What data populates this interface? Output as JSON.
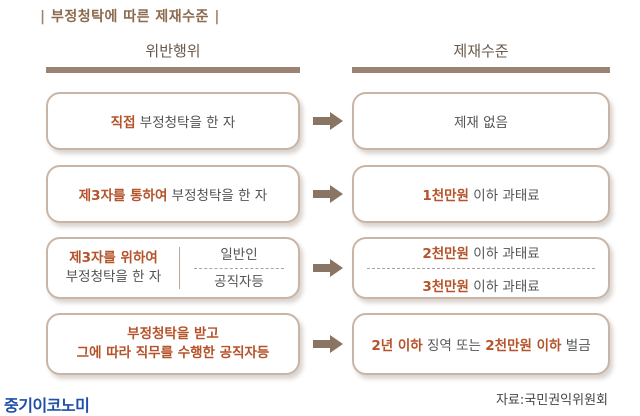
{
  "title": {
    "bar_left": "|",
    "text": "부정청탁에 따른 제재수준",
    "bar_right": "|"
  },
  "columns": {
    "violation": "위반행위",
    "sanction": "제재수준"
  },
  "rows": [
    {
      "violation": {
        "hl": "직접",
        "rest": " 부정청탁을 한 자"
      },
      "sanction": {
        "text": "제재 없음"
      }
    },
    {
      "violation": {
        "hl": "제3자를 통하여",
        "rest": " 부정청탁을 한 자"
      },
      "sanction": {
        "hl": "1천만원",
        "rest": " 이하 과태료"
      }
    },
    {
      "violation": {
        "hl": "제3자를 위하여",
        "line2": "부정청탁을 한 자",
        "sub1": "일반인",
        "sub2": "공직자등"
      },
      "sanction": {
        "hl1": "2천만원",
        "rest1": " 이하 과태료",
        "hl2": "3천만원",
        "rest2": " 이하 과태료"
      }
    },
    {
      "violation": {
        "line1": "부정청탁을 받고",
        "line2": "그에 따라 직무를 수행한 공직자등"
      },
      "sanction": {
        "hl1": "2년 이하",
        "mid": " 징역 또는 ",
        "hl2": "2천만원 이하",
        "rest": " 벌금"
      }
    }
  ],
  "arrow_icon": "right-arrow-icon",
  "colors": {
    "accent": "#b5532a",
    "border": "#c9b5a6",
    "rule": "#9b8373",
    "logo": "#1f4fa8"
  },
  "logo": "중기이코노미",
  "source": "자료:국민권익위원회"
}
